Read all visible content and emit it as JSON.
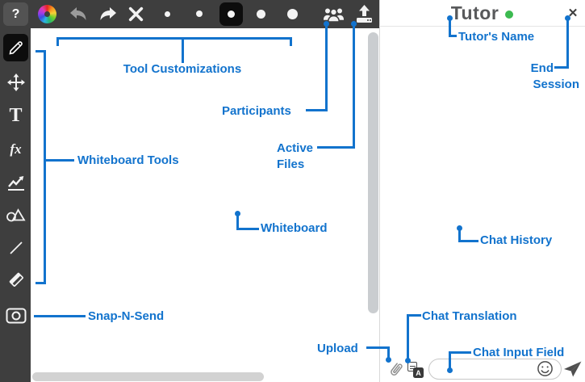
{
  "colors": {
    "accent": "#1273cd",
    "toolbar_bg": "#3e3e3e",
    "tool_selected_bg": "#0d0d0d",
    "online_dot_green": "#3cba50",
    "title_text": "#58595b"
  },
  "toolbar": {
    "help_label": "?"
  },
  "sidebar": {
    "text_tool_glyph": "T",
    "formula_tool_glyph": "fx"
  },
  "chat": {
    "title": "Tutor",
    "close_label": "✕",
    "input_value": "",
    "translate_front_glyph": "A"
  },
  "annotations": {
    "tool_customizations": "Tool Customizations",
    "whiteboard_tools": "Whiteboard Tools",
    "participants": "Participants",
    "active_files": {
      "line1": "Active",
      "line2": "Files"
    },
    "whiteboard": "Whiteboard",
    "snap_n_send": "Snap-N-Send",
    "upload": "Upload",
    "tutors_name": "Tutor's Name",
    "end_session": {
      "line1": "End",
      "line2": "Session"
    },
    "chat_history": "Chat History",
    "chat_translation": "Chat Translation",
    "chat_input_field": "Chat Input Field"
  }
}
